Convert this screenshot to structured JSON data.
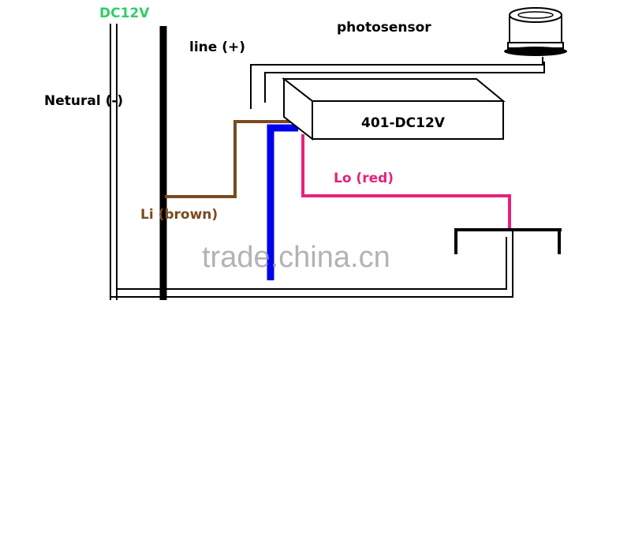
{
  "labels": {
    "supply": "DC12V",
    "neutral": "Netural (-)",
    "line": "line (+)",
    "photosensor": "photosensor",
    "controller": "401-DC12V",
    "load_out": "Lo (red)",
    "line_in": "Li (brown)"
  },
  "watermark": "trade.china.cn",
  "colors": {
    "supply_label": "#33cc66",
    "line_wire": "#000000",
    "brown_wire": "#7a4a1e",
    "blue_wire": "#0000ee",
    "red_wire": "#e8207a",
    "outline": "#000000",
    "watermark": "#9a9a9a"
  },
  "icons": {
    "photosensor": "photosensor-icon",
    "lamp": "lamp-icon"
  }
}
